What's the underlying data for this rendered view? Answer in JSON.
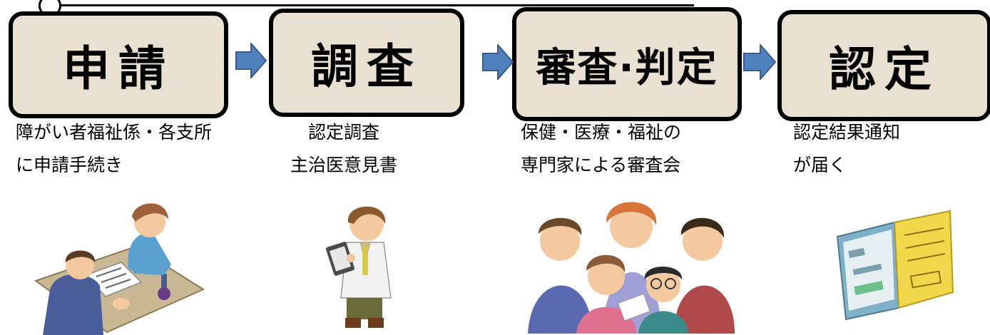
{
  "steps": [
    {
      "label": "申請"
    },
    {
      "label": "調査"
    },
    {
      "label": "審査·判定"
    },
    {
      "label": "認定"
    }
  ],
  "descriptions": [
    {
      "line1": "障がい者福祉係・各支所",
      "line2": "に申請手続き"
    },
    {
      "line1": "認定調査",
      "line2": "主治医意見書"
    },
    {
      "line1": "保健・医療・福祉の",
      "line2": "専門家による審査会"
    },
    {
      "line1": "認定結果通知",
      "line2": "が届く"
    }
  ],
  "colors": {
    "box_fill": "#e8e1d1",
    "box_border": "#000000",
    "arrow_fill": "#4f81bd",
    "arrow_stroke": "#385d8a"
  },
  "illustrations": [
    "application-counter",
    "doctor-with-clipboard",
    "review-committee-meeting",
    "certificate-booklet"
  ]
}
